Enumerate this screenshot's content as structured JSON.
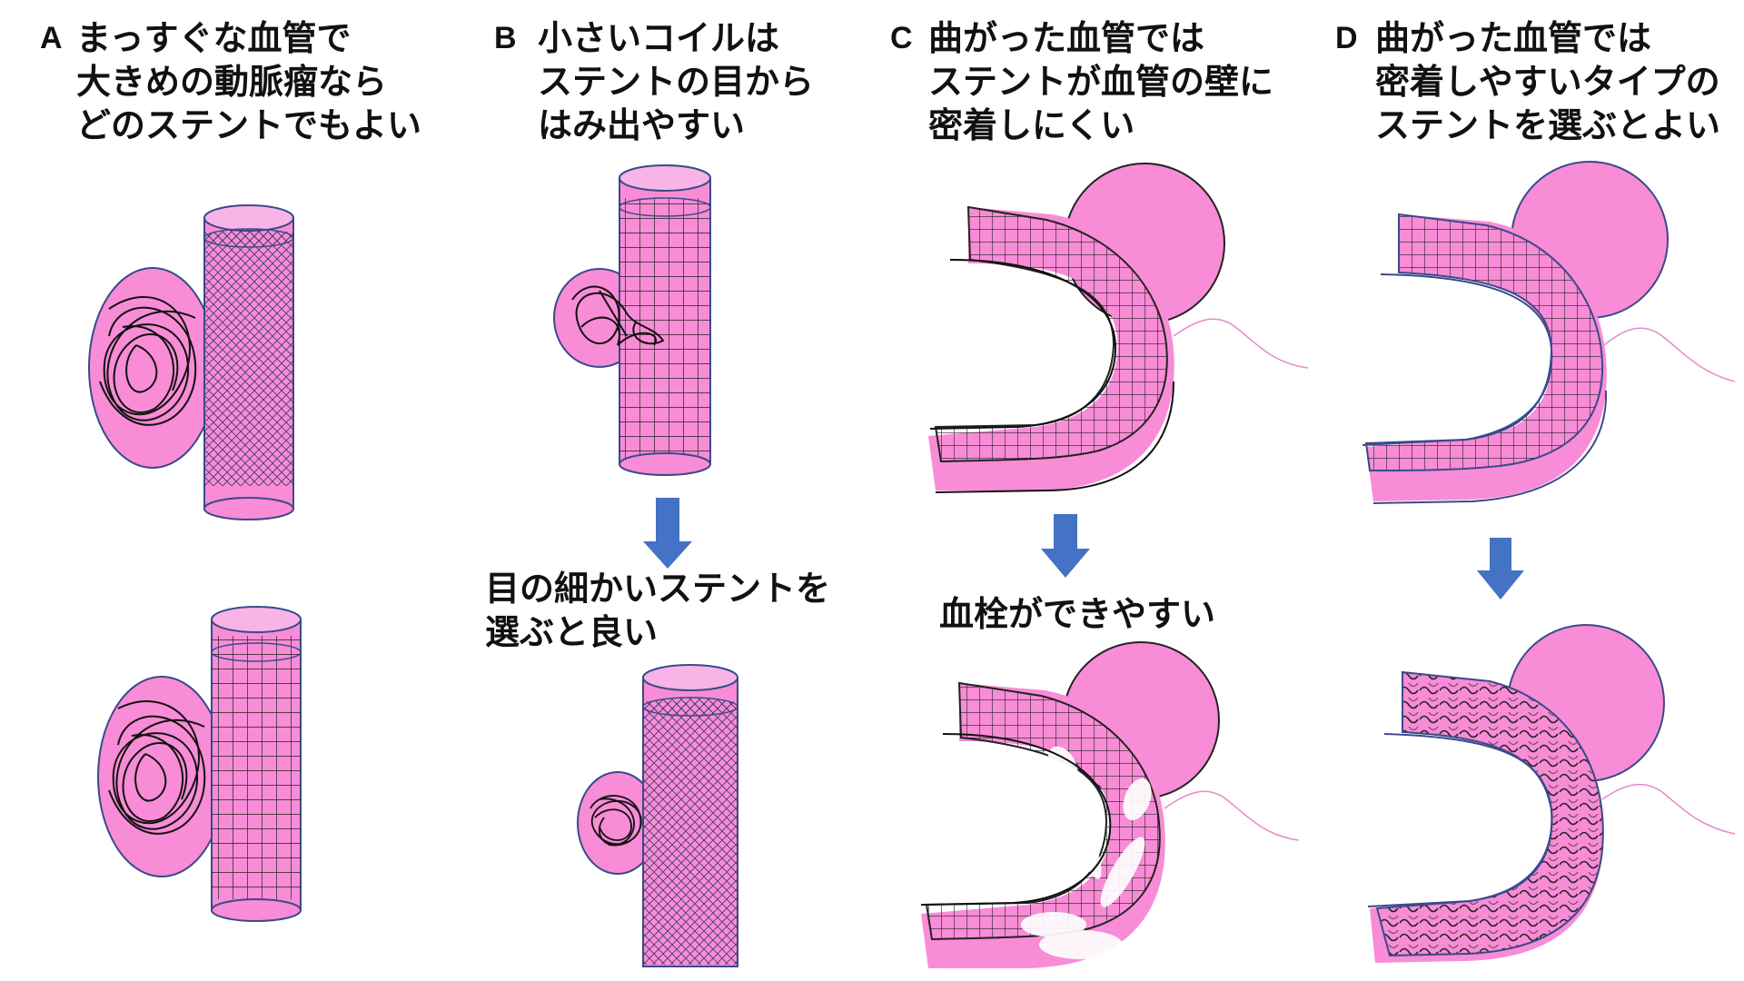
{
  "panels": [
    {
      "letter": "A",
      "lines": [
        "まっすぐな血管で",
        "大きめの動脈瘤なら",
        "どのステントでもよい"
      ]
    },
    {
      "letter": "B",
      "lines": [
        "小さいコイルは",
        "ステントの目から",
        "はみ出やすい"
      ]
    },
    {
      "letter": "C",
      "lines": [
        "曲がった血管では",
        "ステントが血管の壁に",
        "密着しにくい"
      ]
    },
    {
      "letter": "D",
      "lines": [
        "曲がった血管では",
        "密着しやすいタイプの",
        "ステントを選ぶとよい"
      ]
    }
  ],
  "captions": {
    "b_result": [
      "目の細かいステントを",
      "選ぶと良い"
    ],
    "c_result": [
      "血栓ができやすい"
    ]
  },
  "colors": {
    "vessel": "#f88cd6",
    "vessel_light": "#f8b4e6",
    "outline": "#3a4a8a",
    "mesh": "#222222",
    "arrow": "#4472c4",
    "thrombus": "#ffffff"
  }
}
